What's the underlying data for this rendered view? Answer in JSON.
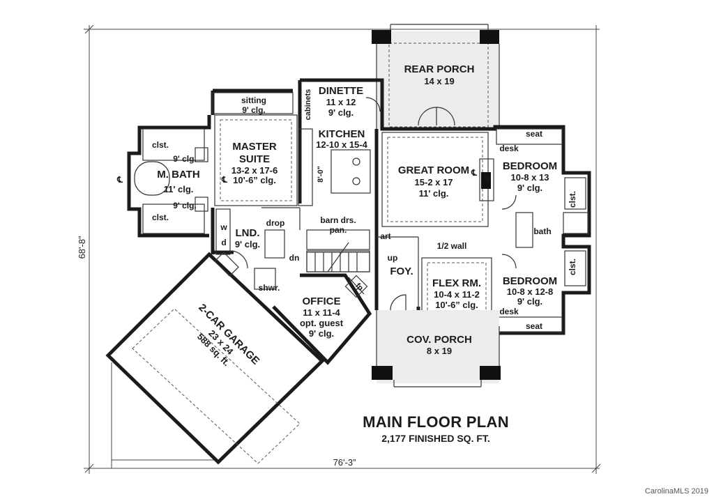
{
  "plan": {
    "title": "MAIN FLOOR PLAN",
    "subtitle": "2,177 FINISHED SQ. FT.",
    "overall_width": "76'-3”",
    "overall_depth": "68'-8”",
    "credit": "CarolinaMLS 2019"
  },
  "rooms": {
    "rear_porch": {
      "name": "REAR PORCH",
      "size": "14 x 19"
    },
    "dinette": {
      "name": "DINETTE",
      "size": "11 x 12",
      "ceiling": "9' clg."
    },
    "kitchen": {
      "name": "KITCHEN",
      "size": "12-10 x 15-4",
      "island": "8'-0\""
    },
    "great_room": {
      "name": "GREAT ROOM",
      "size": "15-2 x 17",
      "ceiling": "11' clg."
    },
    "master_suite": {
      "name": "MASTER",
      "name2": "SUITE",
      "size": "13-2 x 17-6",
      "ceiling": "10'-6” clg."
    },
    "sitting": {
      "name": "sitting",
      "ceiling": "9' clg."
    },
    "master_bath": {
      "name": "M. BATH",
      "ceiling": "11' clg.",
      "closet_ceiling_top": "9' clg.",
      "closet_ceiling_bottom": "9' clg.",
      "closet_top": "clst.",
      "closet_bottom": "clst."
    },
    "bedroom_1": {
      "name": "BEDROOM",
      "size": "10-8 x 13",
      "ceiling": "9' clg.",
      "seat": "seat",
      "desk": "desk",
      "closet": "clst."
    },
    "bedroom_2": {
      "name": "BEDROOM",
      "size": "10-8 x 12-8",
      "ceiling": "9' clg.",
      "seat": "seat",
      "desk": "desk",
      "closet": "clst."
    },
    "bath": {
      "name": "bath"
    },
    "laundry": {
      "name": "LND.",
      "ceiling": "9' clg.",
      "washer": "w",
      "dryer": "d"
    },
    "drop": {
      "name": "drop"
    },
    "shower": {
      "name": "shwr."
    },
    "office": {
      "name": "OFFICE",
      "size": "11 x 11-4",
      "note": "opt. guest",
      "ceiling": "9' clg."
    },
    "garage": {
      "name": "2-CAR GARAGE",
      "size": "23 x 24",
      "area": "588 sq. ft."
    },
    "foyer": {
      "name": "FOY."
    },
    "flex_room": {
      "name": "FLEX RM.",
      "size": "10-4 x 11-2",
      "ceiling": "10'-6” clg."
    },
    "covered_porch": {
      "name": "COV. PORCH",
      "size": "8 x 19"
    }
  },
  "annotations": {
    "cabinets": "cabinets",
    "barn_doors": "barn drs.",
    "pantry": "pan.",
    "art": "art",
    "half_wall": "1/2 wall",
    "stair_up": "up",
    "stair_down": "dn",
    "fireplace": "fp",
    "office_fireplace": "fp",
    "centerline": "℄"
  }
}
